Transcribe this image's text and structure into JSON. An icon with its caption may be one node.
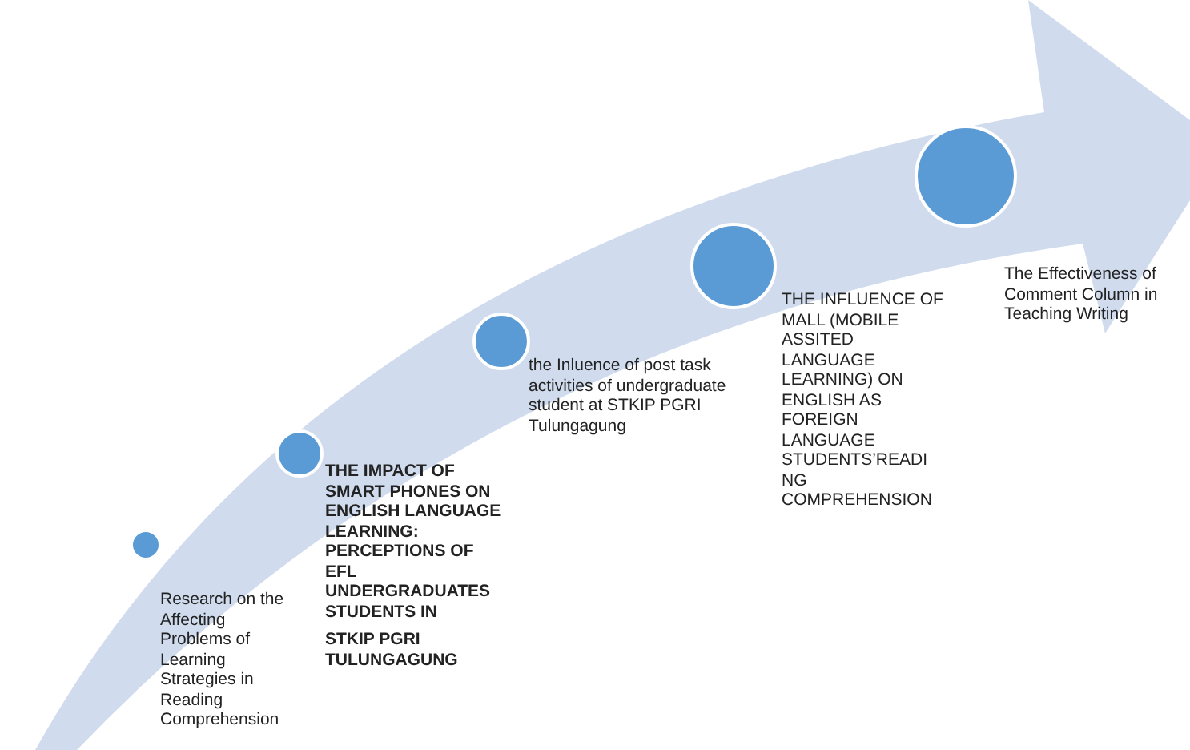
{
  "diagram": {
    "nodes": [
      {
        "text": [],
        "shape": "circle",
        "beside": [
          "Research on the Affecting Problems of Learning Strategies in Reading Comprehension"
        ]
      },
      {
        "text": [],
        "shape": "circle",
        "beside": [
          "THE IMPACT OF SMART PHONES ON ENGLISH LANGUAGE LEARNING: PERCEPTIONS OF EFL UNDERGRADUATES STUDENTS IN",
          "STKIP PGRI TULUNGAGUNG"
        ]
      },
      {
        "text": [],
        "shape": "circle",
        "beside": [
          "the Inluence of post task activities of undergraduate student at STKIP PGRI Tulungagung"
        ]
      },
      {
        "text": [],
        "shape": "circle",
        "beside": [
          "THE INFLUENCE OF MALL (MOBILE ASSITED LANGUAGE LEARNING) ON ENGLISH AS FOREIGN LANGUAGE STUDENTS’READI NG COMPREHENSION"
        ]
      },
      {
        "text": [],
        "shape": "circle",
        "beside": [
          "The Effectiveness of Comment Column in Teaching Writing"
        ]
      }
    ]
  }
}
